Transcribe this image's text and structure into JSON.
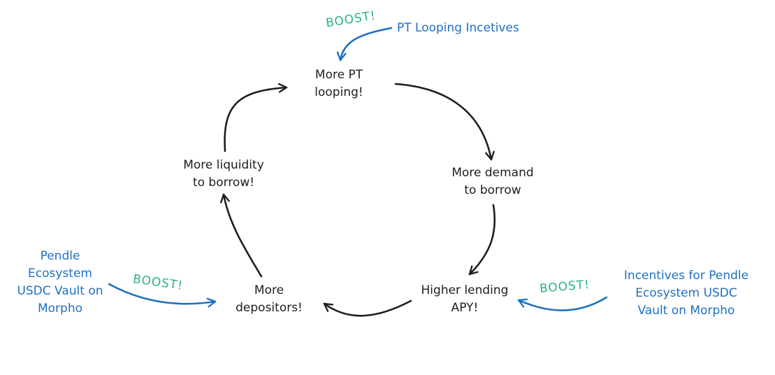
{
  "cycle_nodes": {
    "more_pt_looping": [
      "More PT",
      "looping!"
    ],
    "more_demand": [
      "More demand",
      "to borrow"
    ],
    "higher_apy": [
      "Higher lending",
      "APY!"
    ],
    "more_depositors": [
      "More",
      "depositors!"
    ],
    "more_liquidity": [
      "More liquidity",
      "to borrow!"
    ]
  },
  "boost_sources": {
    "pt_looping_incentives": [
      "PT Looping Incetives"
    ],
    "pendle_vault": [
      "Pendle",
      "Ecosystem",
      "USDC Vault on",
      "Morpho"
    ],
    "vault_incentives": [
      "Incentives for Pendle",
      "Ecosystem USDC",
      "Vault on Morpho"
    ]
  },
  "boost_label": "BOOST!",
  "colors": {
    "node_text": "#1e1e1e",
    "cycle_arrow": "#1e1e1e",
    "source_text": "#1f70c2",
    "source_arrow": "#1f70c2",
    "boost_text": "#2bb37e"
  }
}
